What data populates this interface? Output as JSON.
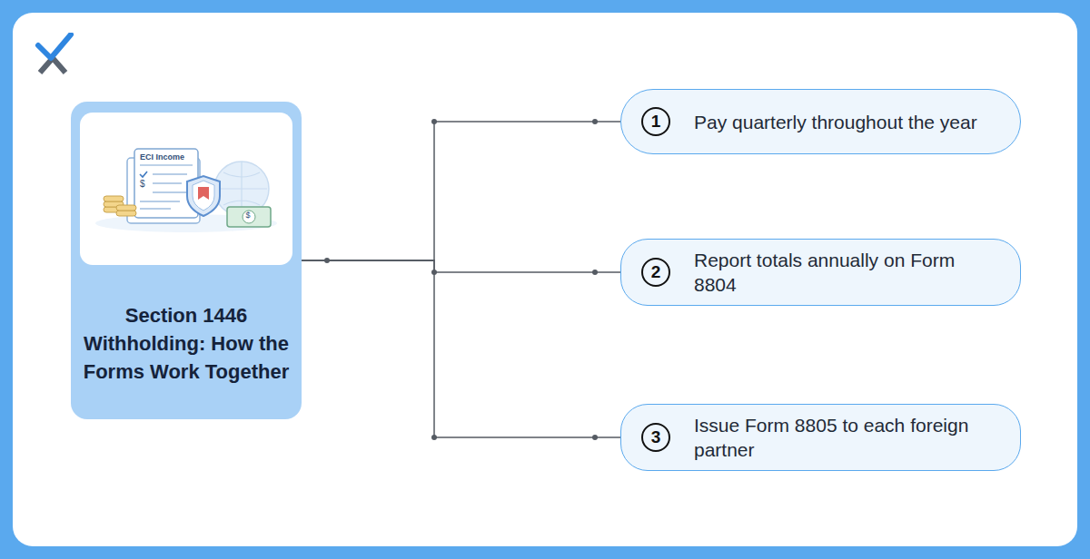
{
  "diagram": {
    "nodes": [
      {
        "text": [
          "Section 1446 Withholding: How the Forms Work Together"
        ]
      },
      {
        "text": [
          "1",
          "Pay quarterly throughout the year"
        ]
      },
      {
        "text": [
          "2",
          "Report totals annually on Form 8804"
        ]
      },
      {
        "text": [
          "3",
          "Issue Form 8805 to each foreign partner"
        ]
      }
    ],
    "edges": [
      {
        "from": 0,
        "to": 1,
        "arrow": "none"
      },
      {
        "from": 0,
        "to": 2,
        "arrow": "none"
      },
      {
        "from": 0,
        "to": 3,
        "arrow": "none"
      }
    ],
    "labels": [
      "ECI Income",
      "$",
      "$"
    ]
  }
}
